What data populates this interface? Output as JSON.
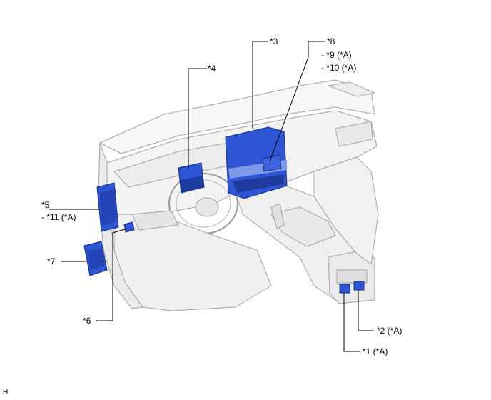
{
  "labels": {
    "l3": "*3",
    "l4": "*4",
    "l8": "*8",
    "l9": "- *9 (*A)",
    "l10": "- *10 (*A)",
    "l5": "*5",
    "l11": "- *11 (*A)",
    "l7": "*7",
    "l6": "*6",
    "l2": "*2 (*A)",
    "l1": "*1 (*A)",
    "corner": "H"
  },
  "colors": {
    "component_fill": "#2f55d4",
    "component_dark": "#1a3596",
    "body_line": "#9a9a9a",
    "body_fill": "#f2f2f2",
    "leader": "#000000"
  }
}
